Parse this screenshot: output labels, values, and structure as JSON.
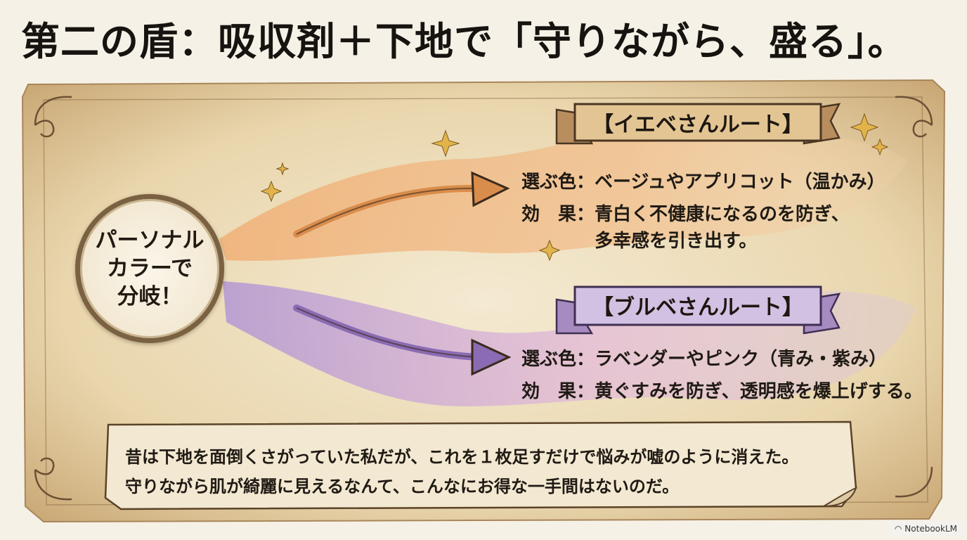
{
  "title": "第二の盾：吸収剤＋下地で「守りながら、盛る」。",
  "hub": {
    "line1": "パーソナル",
    "line2": "カラーで",
    "line3": "分岐！"
  },
  "yellow_route": {
    "banner": "【イエベさんルート】",
    "color_label": "選ぶ色：",
    "color_value": "ベージュやアプリコット（温かみ）",
    "effect_label": "効　果：",
    "effect_value_1": "青白く不健康になるのを防ぎ、",
    "effect_value_2": "多幸感を引き出す。",
    "accent": "#e8a25e"
  },
  "blue_route": {
    "banner": "【ブルベさんルート】",
    "color_label": "選ぶ色：",
    "color_value": "ラベンダーやピンク（青み・紫み）",
    "effect_label": "効　果：",
    "effect_value_1": "黄ぐすみを防ぎ、透明感を爆上げする。",
    "accent": "#a98bc6"
  },
  "note": {
    "line1": "昔は下地を面倒くさがっていた私だが、これを１枚足すだけで悩みが嘘のように消えた。",
    "line2": "守りながら肌が綺麗に見えるなんて、こんなにお得な一手間はないのだ。"
  },
  "watermark": "NotebookLM"
}
